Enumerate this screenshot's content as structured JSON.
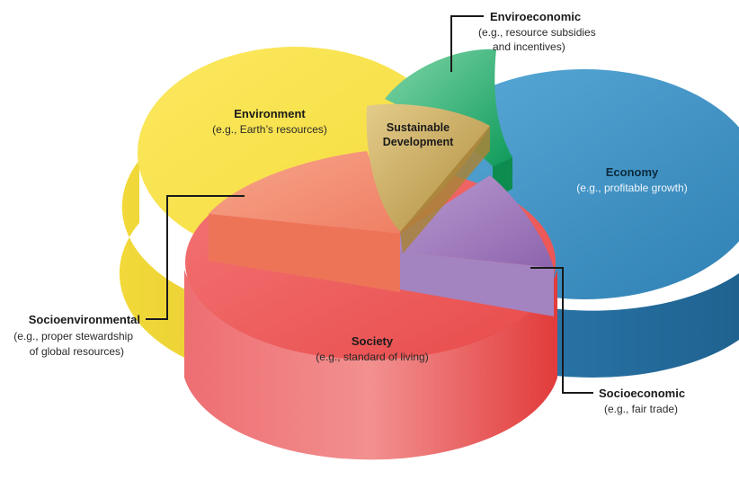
{
  "circles": {
    "environment": {
      "title": "Environment",
      "example": "(e.g., Earth’s resources)",
      "color": "#f7e04a"
    },
    "economy": {
      "title": "Economy",
      "example": "(e.g., profitable growth)",
      "color": "#3a8fc2"
    },
    "society": {
      "title": "Society",
      "example": "(e.g., standard of living)",
      "color": "#ec4b4b"
    }
  },
  "overlaps": {
    "enviroeconomic": {
      "title": "Enviroeconomic",
      "example_line1": "(e.g., resource subsidies",
      "example_line2": "and incentives)",
      "color": "#22a86a"
    },
    "socioenvironmental": {
      "title": "Socioenvironmental",
      "example_line1": "(e.g., proper stewardship",
      "example_line2": "of global resources)",
      "color": "#f08a6a"
    },
    "socioeconomic": {
      "title": "Socioeconomic",
      "example": "(e.g., fair trade)",
      "color": "#9b72b8"
    },
    "center": {
      "title_line1": "Sustainable",
      "title_line2": "Development",
      "color": "#c9a95a"
    }
  }
}
